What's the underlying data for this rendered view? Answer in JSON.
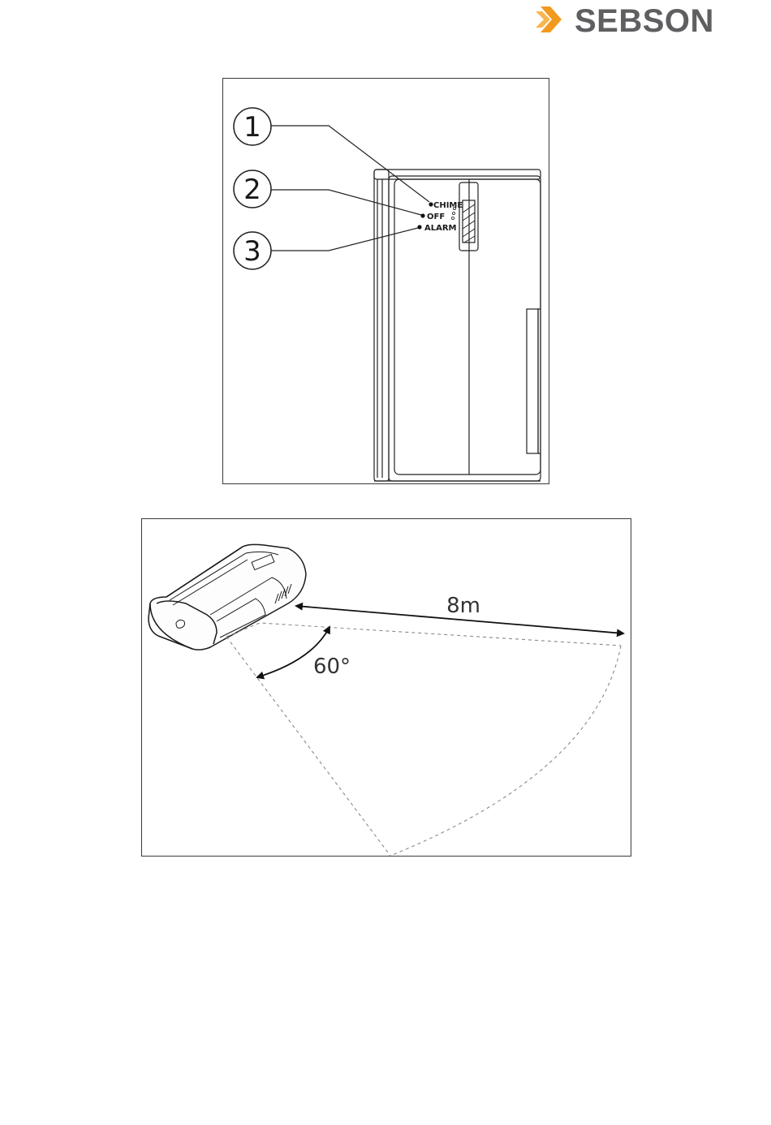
{
  "brand": {
    "name": "SEBSON",
    "mark_color": "#f29a1f",
    "text_color": "#5f5f62"
  },
  "figure1": {
    "callouts": [
      {
        "number": "1",
        "label": "CHIME"
      },
      {
        "number": "2",
        "label": "OFF"
      },
      {
        "number": "3",
        "label": "ALARM"
      }
    ]
  },
  "figure2": {
    "distance_label": "8m",
    "angle_label": "60°"
  }
}
